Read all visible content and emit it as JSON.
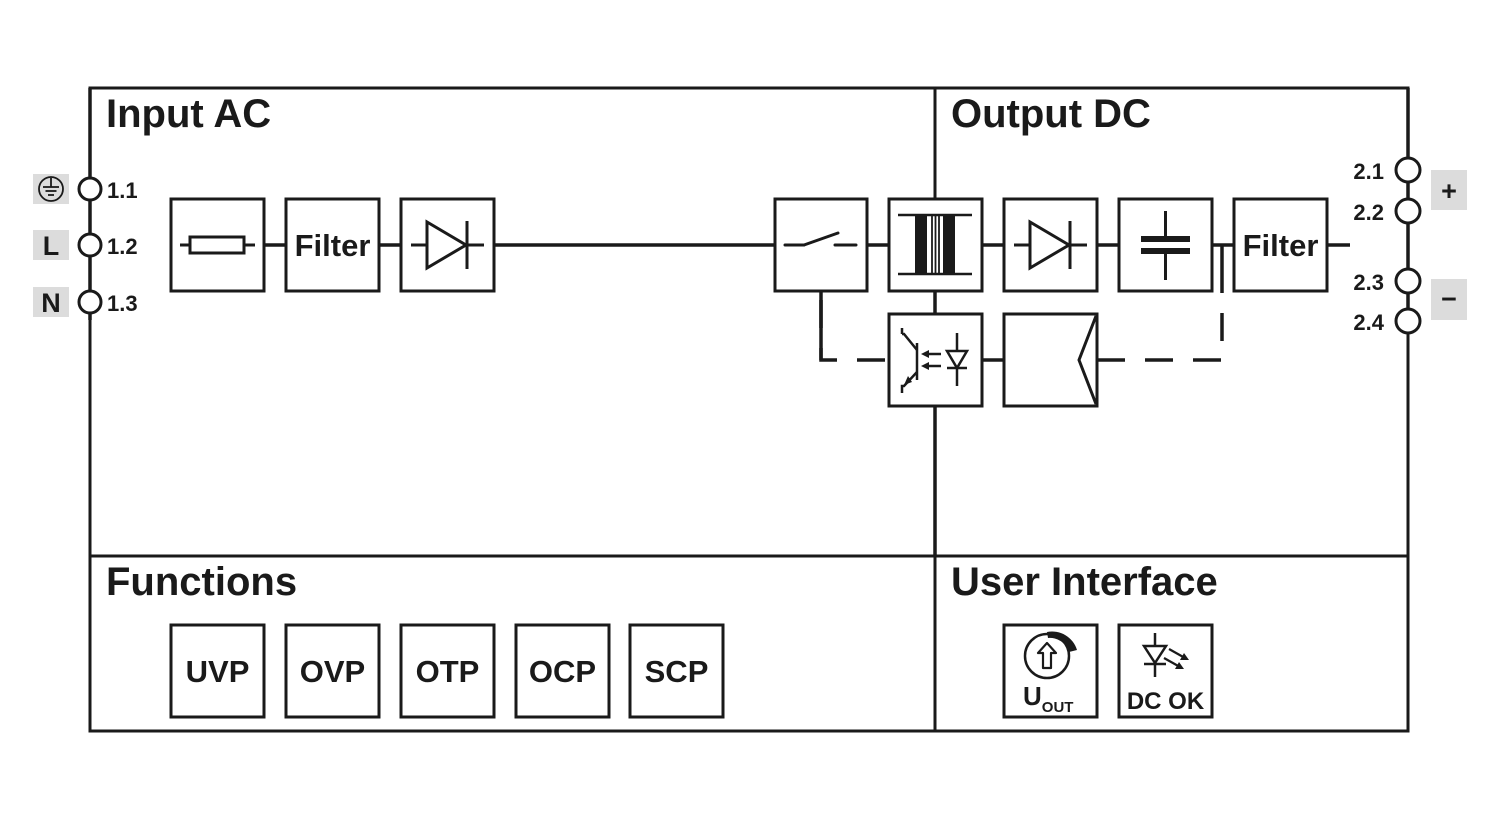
{
  "diagram": {
    "title": "Power supply block diagram",
    "colors": {
      "line": "#1a1a1a",
      "badge": "#dcdcdc",
      "background": "#ffffff"
    }
  },
  "sections": {
    "input": {
      "title": "Input AC"
    },
    "output": {
      "title": "Output DC"
    },
    "functions": {
      "title": "Functions"
    },
    "user_interface": {
      "title": "User Interface"
    }
  },
  "input_terminals": [
    {
      "id": "1.1",
      "label": "1.1",
      "badge": "ground-icon"
    },
    {
      "id": "1.2",
      "label": "1.2",
      "badge": "L"
    },
    {
      "id": "1.3",
      "label": "1.3",
      "badge": "N"
    }
  ],
  "output_terminals": [
    {
      "id": "2.1",
      "label": "2.1"
    },
    {
      "id": "2.2",
      "label": "2.2"
    },
    {
      "id": "2.3",
      "label": "2.3"
    },
    {
      "id": "2.4",
      "label": "2.4"
    }
  ],
  "output_polarity": {
    "plus": "+",
    "minus": "−"
  },
  "input_chain": [
    {
      "type": "fuse-icon"
    },
    {
      "type": "text",
      "label": "Filter"
    },
    {
      "type": "rectifier-diode-icon"
    }
  ],
  "output_chain": [
    {
      "type": "switch-icon"
    },
    {
      "type": "transformer-icon"
    },
    {
      "type": "diode-icon"
    },
    {
      "type": "capacitor-icon"
    },
    {
      "type": "text",
      "label": "Filter"
    }
  ],
  "feedback_chain": [
    {
      "type": "optocoupler-icon"
    },
    {
      "type": "controller-icon"
    }
  ],
  "functions": [
    {
      "label": "UVP"
    },
    {
      "label": "OVP"
    },
    {
      "label": "OTP"
    },
    {
      "label": "OCP"
    },
    {
      "label": "SCP"
    }
  ],
  "user_interface": {
    "items": [
      {
        "icon": "potentiometer-icon",
        "label_main": "U",
        "label_sub": "OUT"
      },
      {
        "icon": "led-icon",
        "label_main": "DC OK"
      }
    ]
  }
}
